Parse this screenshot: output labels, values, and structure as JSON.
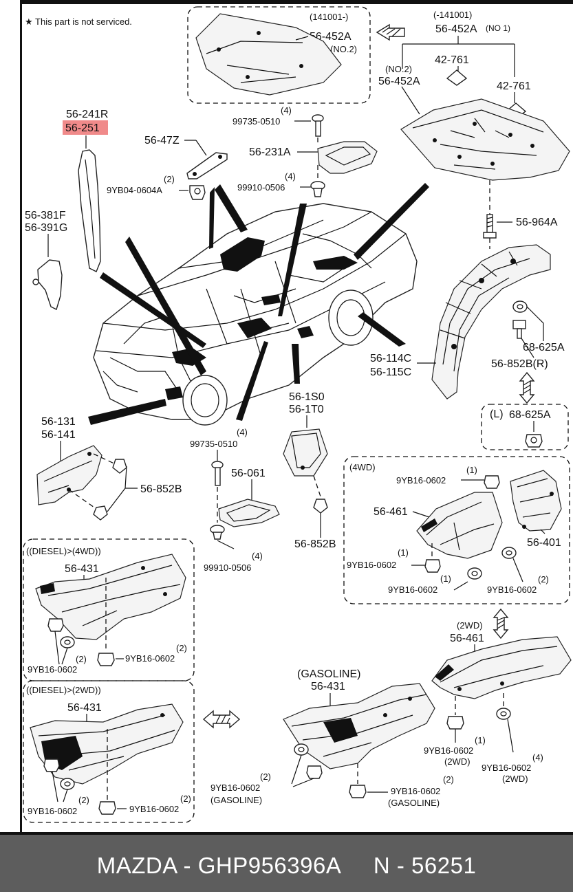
{
  "note": "★ This part is not serviced.",
  "footer": "MAZDA - GHP956396A     N - 56251",
  "colors": {
    "highlight": "#f08a8a",
    "footer_bg": "#5d5d5d"
  },
  "labels": {
    "p141001_after": "(141001-)",
    "p56452A_no2_top": "56-452A",
    "no2_top": "(NO.2)",
    "p141001_before": "(-141001)",
    "p56452A_no1": "56-452A",
    "no1": "(NO 1)",
    "p42761a": "42-761",
    "no2_mid": "(NO.2)",
    "p56452A_no2_mid": "56-452A",
    "p42761b": "42-761",
    "p56241R": "56-241R",
    "p56251": "56-251",
    "q4a": "(4)",
    "p99735a": "99735-0510",
    "p5647Z": "56-47Z",
    "q2a": "(2)",
    "p9YB04": "9YB04-0604A",
    "p56231A": "56-231A",
    "q4b": "(4)",
    "p99910a": "99910-0506",
    "p56381F": "56-381F",
    "p56391G": "56-391G",
    "p56964A": "56-964A",
    "p68625A_r": "68-625A",
    "p56114C": "56-114C",
    "p56115C": "56-115C",
    "p56852BR": "56-852B(R)",
    "L": "(L)",
    "p68625A_l": "68-625A",
    "p56131": "56-131",
    "p56141": "56-141",
    "p56852B_a": "56-852B",
    "q4c": "(4)",
    "p99735b": "99735-0510",
    "p56061": "56-061",
    "q4d": "(4)",
    "p99910b": "99910-0506",
    "p561S0": "56-1S0",
    "p561T0": "56-1T0",
    "p56852B_b": "56-852B",
    "g4wd": "(4WD)",
    "q1a": "(1)",
    "p9YB16a": "9YB16-0602",
    "p56461a": "56-461",
    "q1b": "(1)",
    "p9YB16b": "9YB16-0602",
    "p56401": "56-401",
    "q1c": "(1)",
    "p9YB16c": "9YB16-0602",
    "q2b": "(2)",
    "p9YB16d": "9YB16-0602",
    "diesel4wd": "((DIESEL)>(4WD))",
    "p56431a": "56-431",
    "q2c": "(2)",
    "q2d": "(2)",
    "p9YB16e": "9YB16-0602",
    "p9YB16f": "9YB16-0602",
    "g2wd_top": "(2WD)",
    "p56461b": "56-461",
    "diesel2wd": "((DIESEL)>(2WD))",
    "p56431b": "56-431",
    "gasoline": "(GASOLINE)",
    "p56431c": "56-431",
    "q1d": "(1)",
    "p9YB16g": "9YB16-0602",
    "g2wd_a": "(2WD)",
    "q4e": "(4)",
    "p9YB16h": "9YB16-0602",
    "g2wd_b": "(2WD)",
    "q2e": "(2)",
    "p9YB16i": "9YB16-0602",
    "q2f": "(2)",
    "p9YB16j": "9YB16-0602",
    "q2g": "(2)",
    "p9YB16k": "9YB16-0602",
    "gasA": "(GASOLINE)",
    "q2h": "(2)",
    "p9YB16l": "9YB16-0602",
    "gasB": "(GASOLINE)"
  }
}
